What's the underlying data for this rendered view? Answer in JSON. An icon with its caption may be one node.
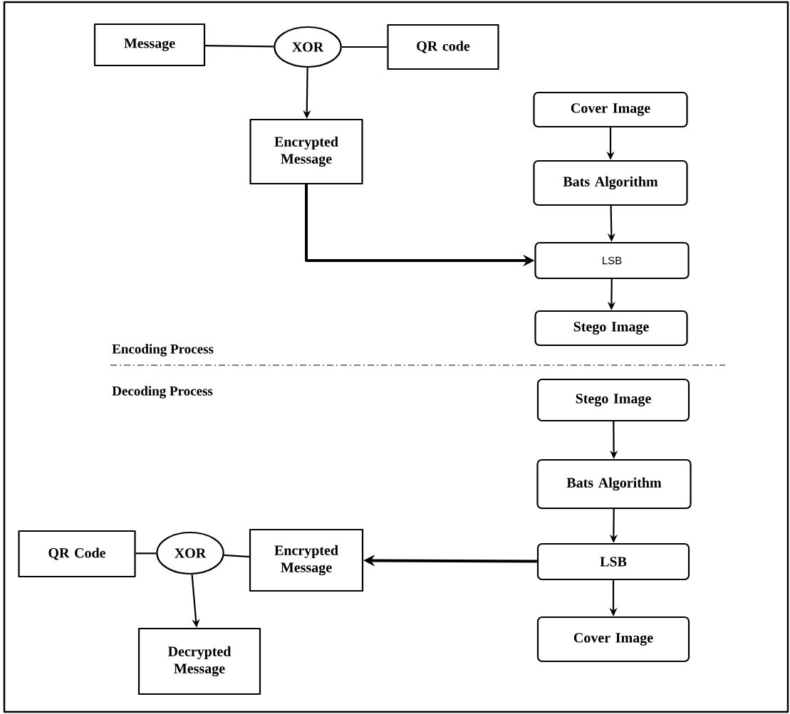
{
  "diagram": {
    "nodes": [
      {
        "text": [
          "Message"
        ]
      },
      {
        "text": [
          "XOR"
        ]
      },
      {
        "text": [
          "QR code"
        ]
      },
      {
        "text": [
          "Encrypted Message"
        ]
      },
      {
        "text": [
          "Cover Image"
        ]
      },
      {
        "text": [
          "Bats Algorithm"
        ]
      },
      {
        "text": [
          "LSB"
        ]
      },
      {
        "text": [
          "Stego Image"
        ]
      },
      {
        "text": [
          "Stego Image"
        ]
      },
      {
        "text": [
          "Bats Algorithm"
        ]
      },
      {
        "text": [
          "QR Code"
        ]
      },
      {
        "text": [
          "XOR"
        ]
      },
      {
        "text": [
          "Encrypted Message"
        ]
      },
      {
        "text": [
          "LSB"
        ]
      },
      {
        "text": [
          "Decrypted Message"
        ]
      },
      {
        "text": [
          "Cover Image"
        ]
      }
    ],
    "edges": [
      {
        "from": 0,
        "to": 1,
        "arrow": "none"
      },
      {
        "from": 1,
        "to": 2,
        "arrow": "none"
      },
      {
        "from": 1,
        "to": 3,
        "arrow": "to"
      },
      {
        "from": 4,
        "to": 5,
        "arrow": "to"
      },
      {
        "from": 5,
        "to": 6,
        "arrow": "to"
      },
      {
        "from": 3,
        "to": 6,
        "arrow": "to",
        "style": "thick"
      },
      {
        "from": 6,
        "to": 7,
        "arrow": "to"
      },
      {
        "from": 8,
        "to": 9,
        "arrow": "to"
      },
      {
        "from": 9,
        "to": 13,
        "arrow": "to"
      },
      {
        "from": 13,
        "to": 12,
        "arrow": "to",
        "style": "thick"
      },
      {
        "from": 10,
        "to": 11,
        "arrow": "none"
      },
      {
        "from": 11,
        "to": 12,
        "arrow": "none"
      },
      {
        "from": 11,
        "to": 14,
        "arrow": "to"
      },
      {
        "from": 13,
        "to": 15,
        "arrow": "to"
      }
    ],
    "labels": [
      "Encoding Process",
      "Decoding Process"
    ]
  }
}
